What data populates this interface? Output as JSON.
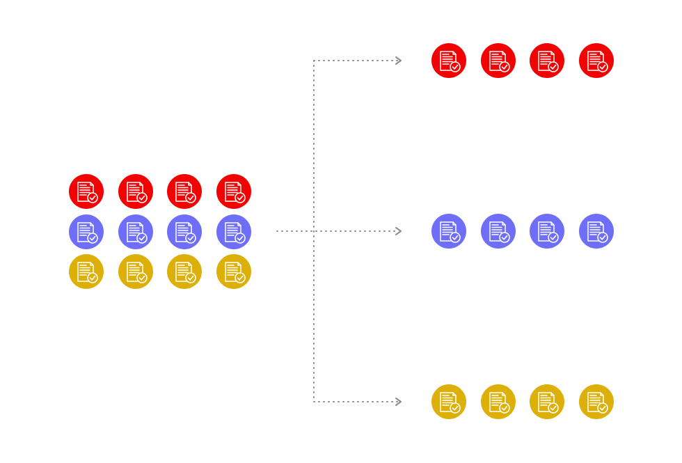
{
  "diagram": {
    "colors": {
      "red": "#f10303",
      "blue": "#6e6ef8",
      "yellow": "#dcb008",
      "connector": "#8c8c8c",
      "icon": "#ffffff"
    },
    "icon_name": "document-check-icon",
    "source_group": {
      "rows": [
        {
          "color": "red",
          "count": 4
        },
        {
          "color": "blue",
          "count": 4
        },
        {
          "color": "yellow",
          "count": 4
        }
      ]
    },
    "target_groups": [
      {
        "color": "red",
        "count": 4
      },
      {
        "color": "blue",
        "count": 4
      },
      {
        "color": "yellow",
        "count": 4
      }
    ]
  }
}
